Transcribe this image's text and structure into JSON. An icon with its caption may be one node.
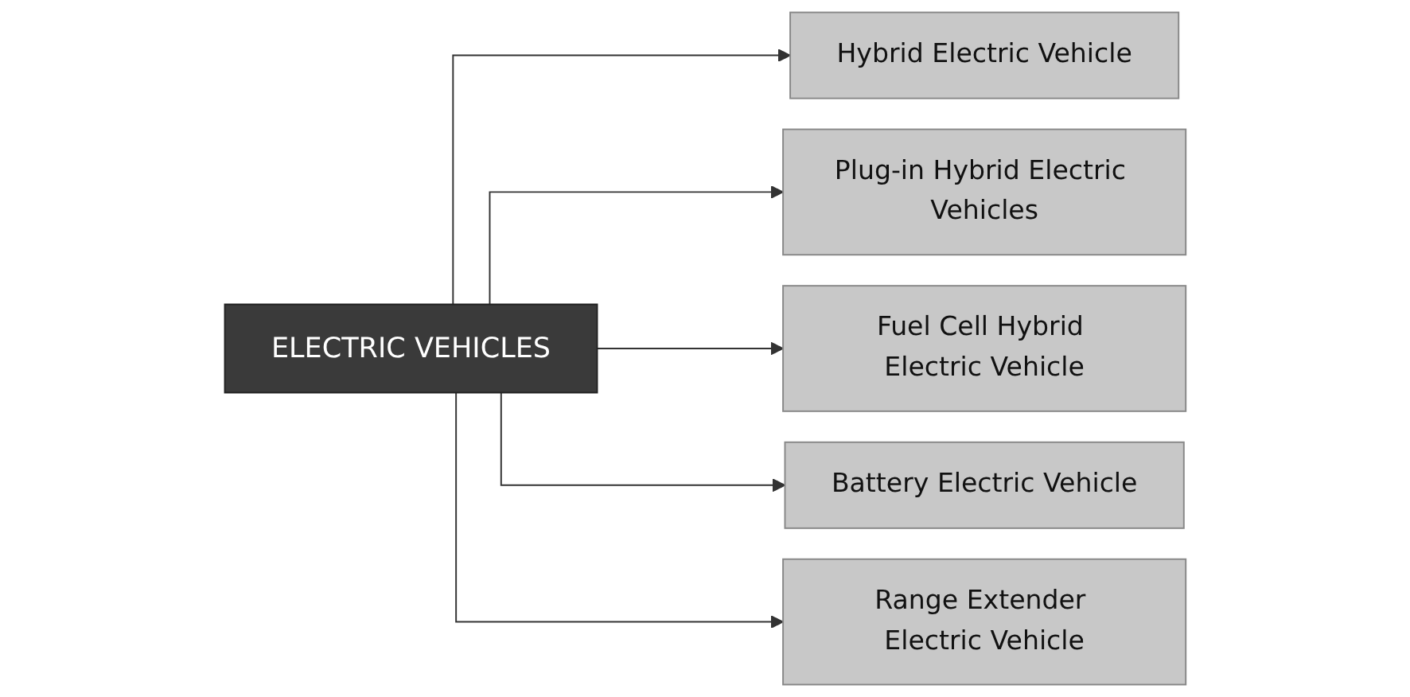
{
  "diagram": {
    "nodes": [
      {
        "text": [
          "ELECTRIC VEHICLES"
        ]
      },
      {
        "text": [
          "Hybrid Electric Vehicle"
        ]
      },
      {
        "text": [
          "Plug-in Hybrid Electric Vehicles"
        ]
      },
      {
        "text": [
          "Fuel Cell Hybrid Electric Vehicle"
        ]
      },
      {
        "text": [
          "Battery Electric Vehicle"
        ]
      },
      {
        "text": [
          "Range Extender Electric Vehicle"
        ]
      }
    ],
    "edges": [
      {
        "from": 0,
        "to": 1,
        "arrow": "to"
      },
      {
        "from": 0,
        "to": 2,
        "arrow": "to"
      },
      {
        "from": 0,
        "to": 3,
        "arrow": "to"
      },
      {
        "from": 0,
        "to": 4,
        "arrow": "to"
      },
      {
        "from": 0,
        "to": 5,
        "arrow": "to"
      }
    ]
  }
}
